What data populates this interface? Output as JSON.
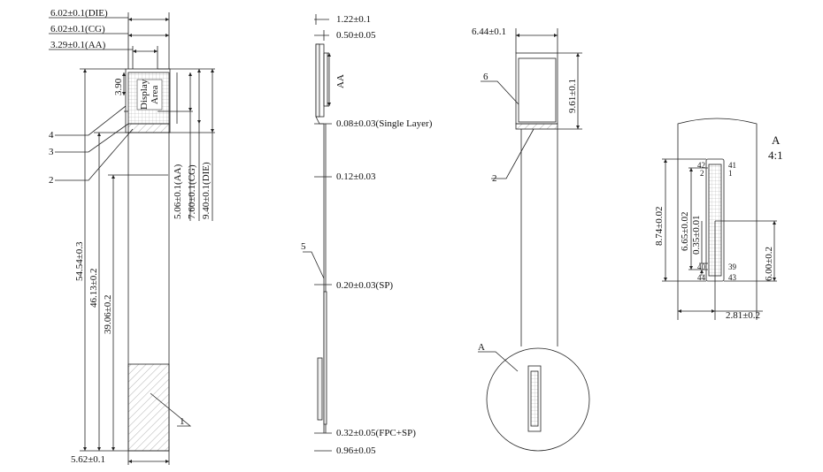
{
  "view_front": {
    "die_width": "6.02±0.1(DIE)",
    "cg_width": "6.02±0.1(CG)",
    "aa_width": "3.29±0.1(AA)",
    "aa_offset": "3.90",
    "display_area_line1": "Display",
    "display_area_line2": "Area",
    "aa_height": "5.06±0.1(AA)",
    "cg_height": "7.60±0.1(CG)",
    "die_height": "9.40±0.1(DIE)",
    "total_length": "54.54±0.3",
    "length_2": "46.13±0.2",
    "length_3": "39.06±0.2",
    "fpc_width": "5.62±0.1",
    "callout_4": "4",
    "callout_3": "3",
    "callout_2": "2",
    "callout_1": "1"
  },
  "view_side": {
    "thickness_total": "1.22±0.1",
    "thickness_cg": "0.50±0.05",
    "aa_label": "AA",
    "fpc_single_layer": "0.08±0.03(Single Layer)",
    "fpc_thickness": "0.12±0.03",
    "callout_5": "5",
    "sp_thickness": "0.20±0.03(SP)",
    "fpc_sp_thickness": "0.32±0.05(FPC+SP)",
    "bottom_thickness": "0.96±0.05"
  },
  "view_back": {
    "width": "6.44±0.1",
    "height": "9.61±0.1",
    "callout_6": "6",
    "callout_2": "2",
    "detail_ref": "A"
  },
  "view_detail": {
    "title": "A",
    "scale": "4:1",
    "pin_42": "42",
    "pin_41": "41",
    "pin_2": "2",
    "pin_1": "1",
    "pin_40": "40",
    "pin_39": "39",
    "pin_44": "44",
    "pin_43": "43",
    "outer_height": "8.74±0.02",
    "pin_span": "6.65±0.02",
    "pitch": "0.35±0.01",
    "offset": "6.00±0.2",
    "width": "2.81±0.2"
  }
}
